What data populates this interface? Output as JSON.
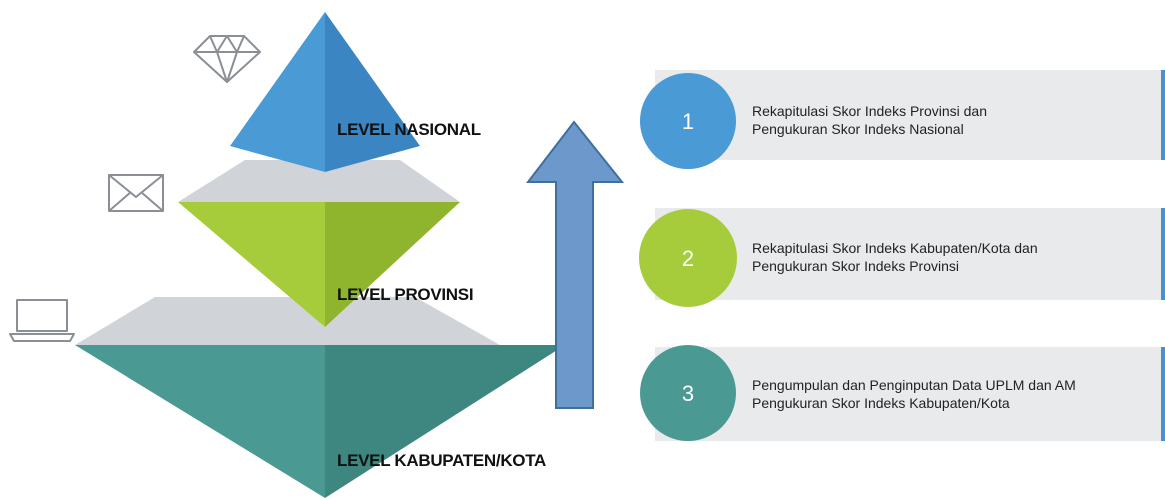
{
  "colors": {
    "top": "#4a9ad6",
    "top_dark": "#3b86c2",
    "middle": "#a6cc3c",
    "middle_dark": "#8fb52e",
    "bottom": "#4a9a93",
    "bottom_dark": "#3e8680",
    "shelf": "#d0d4d9",
    "arrow": "#6c98cc",
    "arrow_stroke": "#3f6f9c",
    "card": "#e9eaec",
    "card_edge": "#4a8fd0",
    "icon_stroke": "#8a8f96"
  },
  "icons": {
    "top": "diamond-icon",
    "middle": "envelope-icon",
    "bottom": "laptop-icon"
  },
  "pyramid": {
    "levels": [
      {
        "label": "LEVEL NASIONAL"
      },
      {
        "label": "LEVEL PROVINSI"
      },
      {
        "label": "LEVEL KABUPATEN/KOTA"
      }
    ]
  },
  "steps": [
    {
      "number": "1",
      "line1": "Rekapitulasi Skor Indeks Provinsi dan",
      "line2": "Pengukuran Skor Indeks Nasional"
    },
    {
      "number": "2",
      "line1": "Rekapitulasi Skor Indeks Kabupaten/Kota dan",
      "line2": "Pengukuran Skor Indeks Provinsi"
    },
    {
      "number": "3",
      "line1": "Pengumpulan dan Penginputan Data UPLM dan AM",
      "line2": "Pengukuran Skor Indeks Kabupaten/Kota"
    }
  ]
}
